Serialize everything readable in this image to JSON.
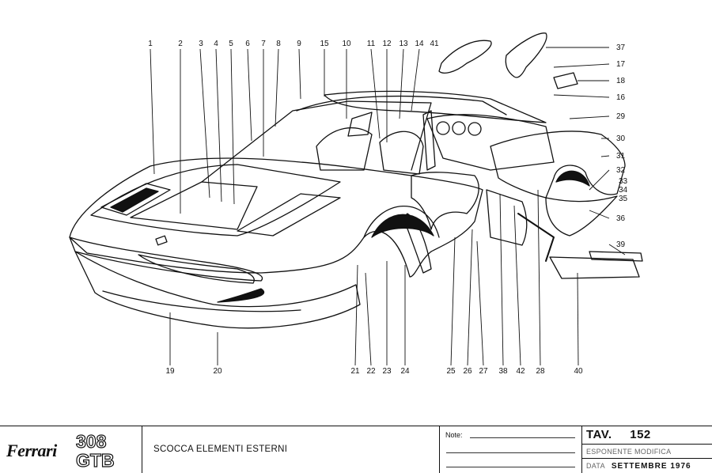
{
  "title_block": {
    "brand": "Ferrari",
    "model_top": "308",
    "model_bottom": "GTB",
    "description": "SCOCCA ELEMENTI ESTERNI",
    "note_label": "Note:",
    "tav_label": "TAV.",
    "tav_number": "152",
    "esponente_label": "ESPONENTE MODIFICA",
    "data_label": "DATA",
    "data_value": "SETTEMBRE 1976"
  },
  "callouts": [
    "1",
    "2",
    "3",
    "4",
    "5",
    "6",
    "7",
    "8",
    "9",
    "10",
    "11",
    "12",
    "13",
    "14",
    "15",
    "16",
    "17",
    "18",
    "19",
    "20",
    "21",
    "22",
    "23",
    "24",
    "25",
    "26",
    "27",
    "28",
    "29",
    "30",
    "31",
    "32",
    "33",
    "34",
    "35",
    "36",
    "37",
    "38",
    "39",
    "40",
    "41",
    "42"
  ],
  "colors": {
    "ink": "#111111",
    "paper": "#ffffff",
    "faded": "#666666"
  }
}
